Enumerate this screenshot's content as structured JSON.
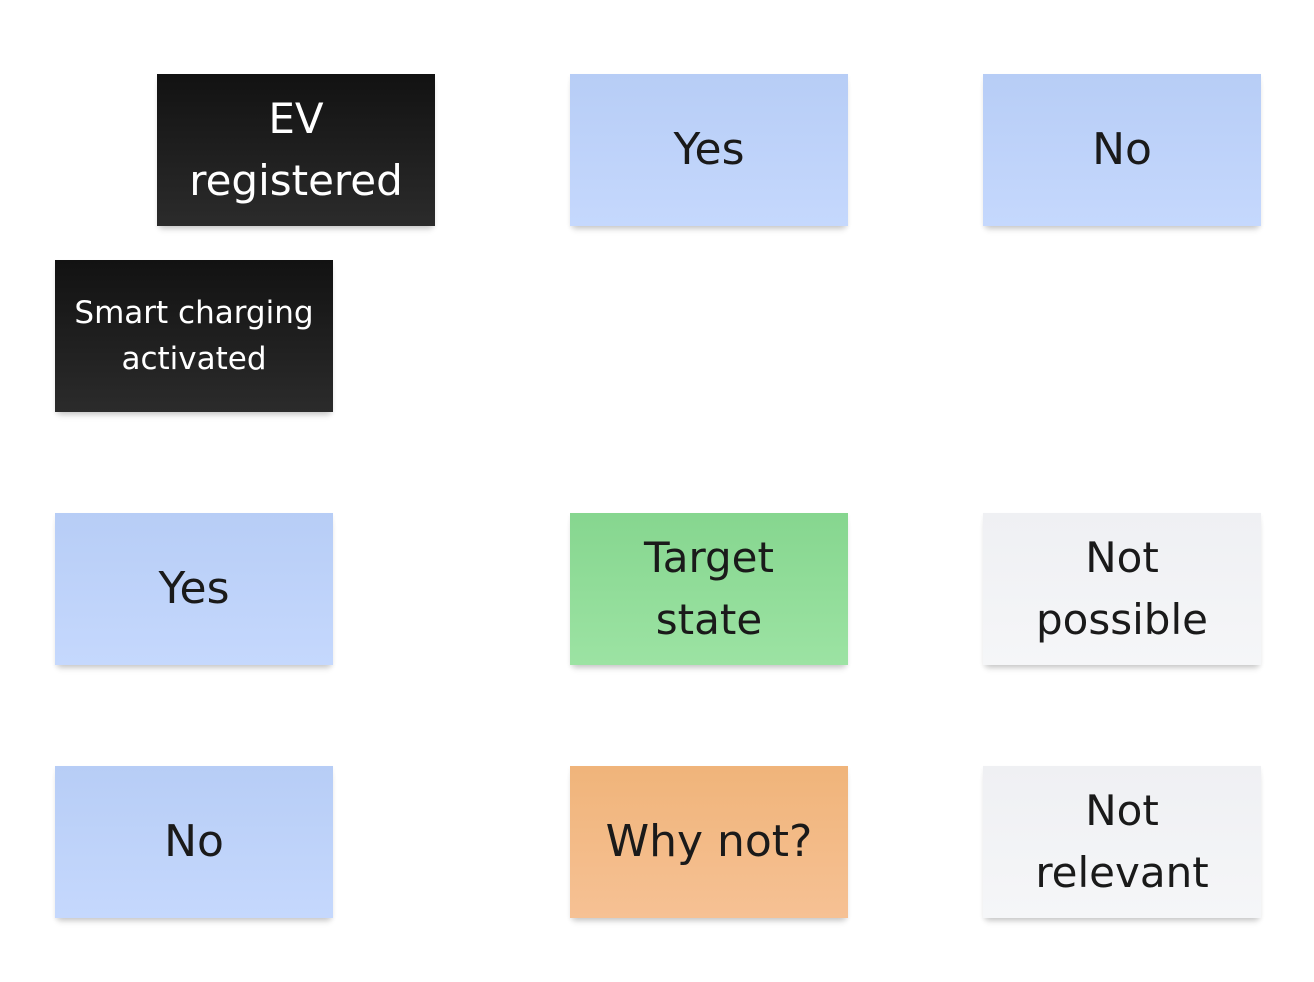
{
  "board": {
    "header_row": {
      "ev_registered": "EV\nregistered",
      "yes": "Yes",
      "no": "No"
    },
    "row_header": {
      "smart_charging": "Smart charging\nactivated"
    },
    "row_yes": {
      "label": "Yes",
      "yes_cell": "Target\nstate",
      "no_cell": "Not\npossible"
    },
    "row_no": {
      "label": "No",
      "yes_cell": "Why not?",
      "no_cell": "Not\nrelevant"
    }
  },
  "colors": {
    "dark_note": "#1e1e1e",
    "blue_note": "#bdd2f9",
    "green_note": "#8fdc98",
    "orange_note": "#f3ba86",
    "grey_note": "#f2f3f5"
  }
}
